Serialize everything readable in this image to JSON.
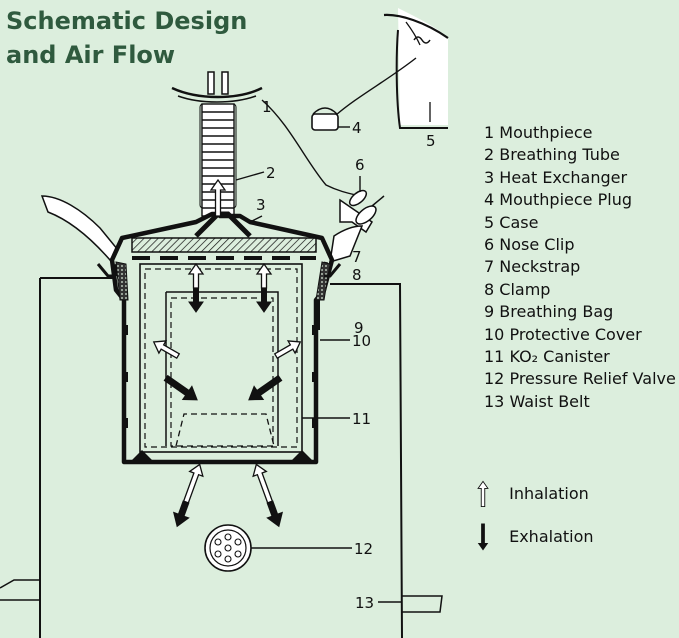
{
  "title": {
    "line1": "Schematic Design",
    "line2": "and Air Flow"
  },
  "legend": [
    {
      "n": "1",
      "label": "Mouthpiece"
    },
    {
      "n": "2",
      "label": "Breathing Tube"
    },
    {
      "n": "3",
      "label": "Heat Exchanger"
    },
    {
      "n": "4",
      "label": "Mouthpiece Plug"
    },
    {
      "n": "5",
      "label": "Case"
    },
    {
      "n": "6",
      "label": "Nose Clip"
    },
    {
      "n": "7",
      "label": "Neckstrap"
    },
    {
      "n": "8",
      "label": "Clamp"
    },
    {
      "n": "9",
      "label": "Breathing Bag"
    },
    {
      "n": "10",
      "label": "Protective Cover"
    },
    {
      "n": "11",
      "label": "KO₂ Canister"
    },
    {
      "n": "12",
      "label": "Pressure Relief Valve"
    },
    {
      "n": "13",
      "label": "Waist Belt"
    }
  ],
  "key": {
    "inhalation": "Inhalation",
    "exhalation": "Exhalation"
  },
  "callouts": [
    "1",
    "2",
    "3",
    "4",
    "5",
    "6",
    "7",
    "8",
    "9",
    "10",
    "11",
    "12",
    "13"
  ],
  "colors": {
    "background": "#dceedd",
    "title": "#2f5a3e",
    "ink": "#111111"
  }
}
